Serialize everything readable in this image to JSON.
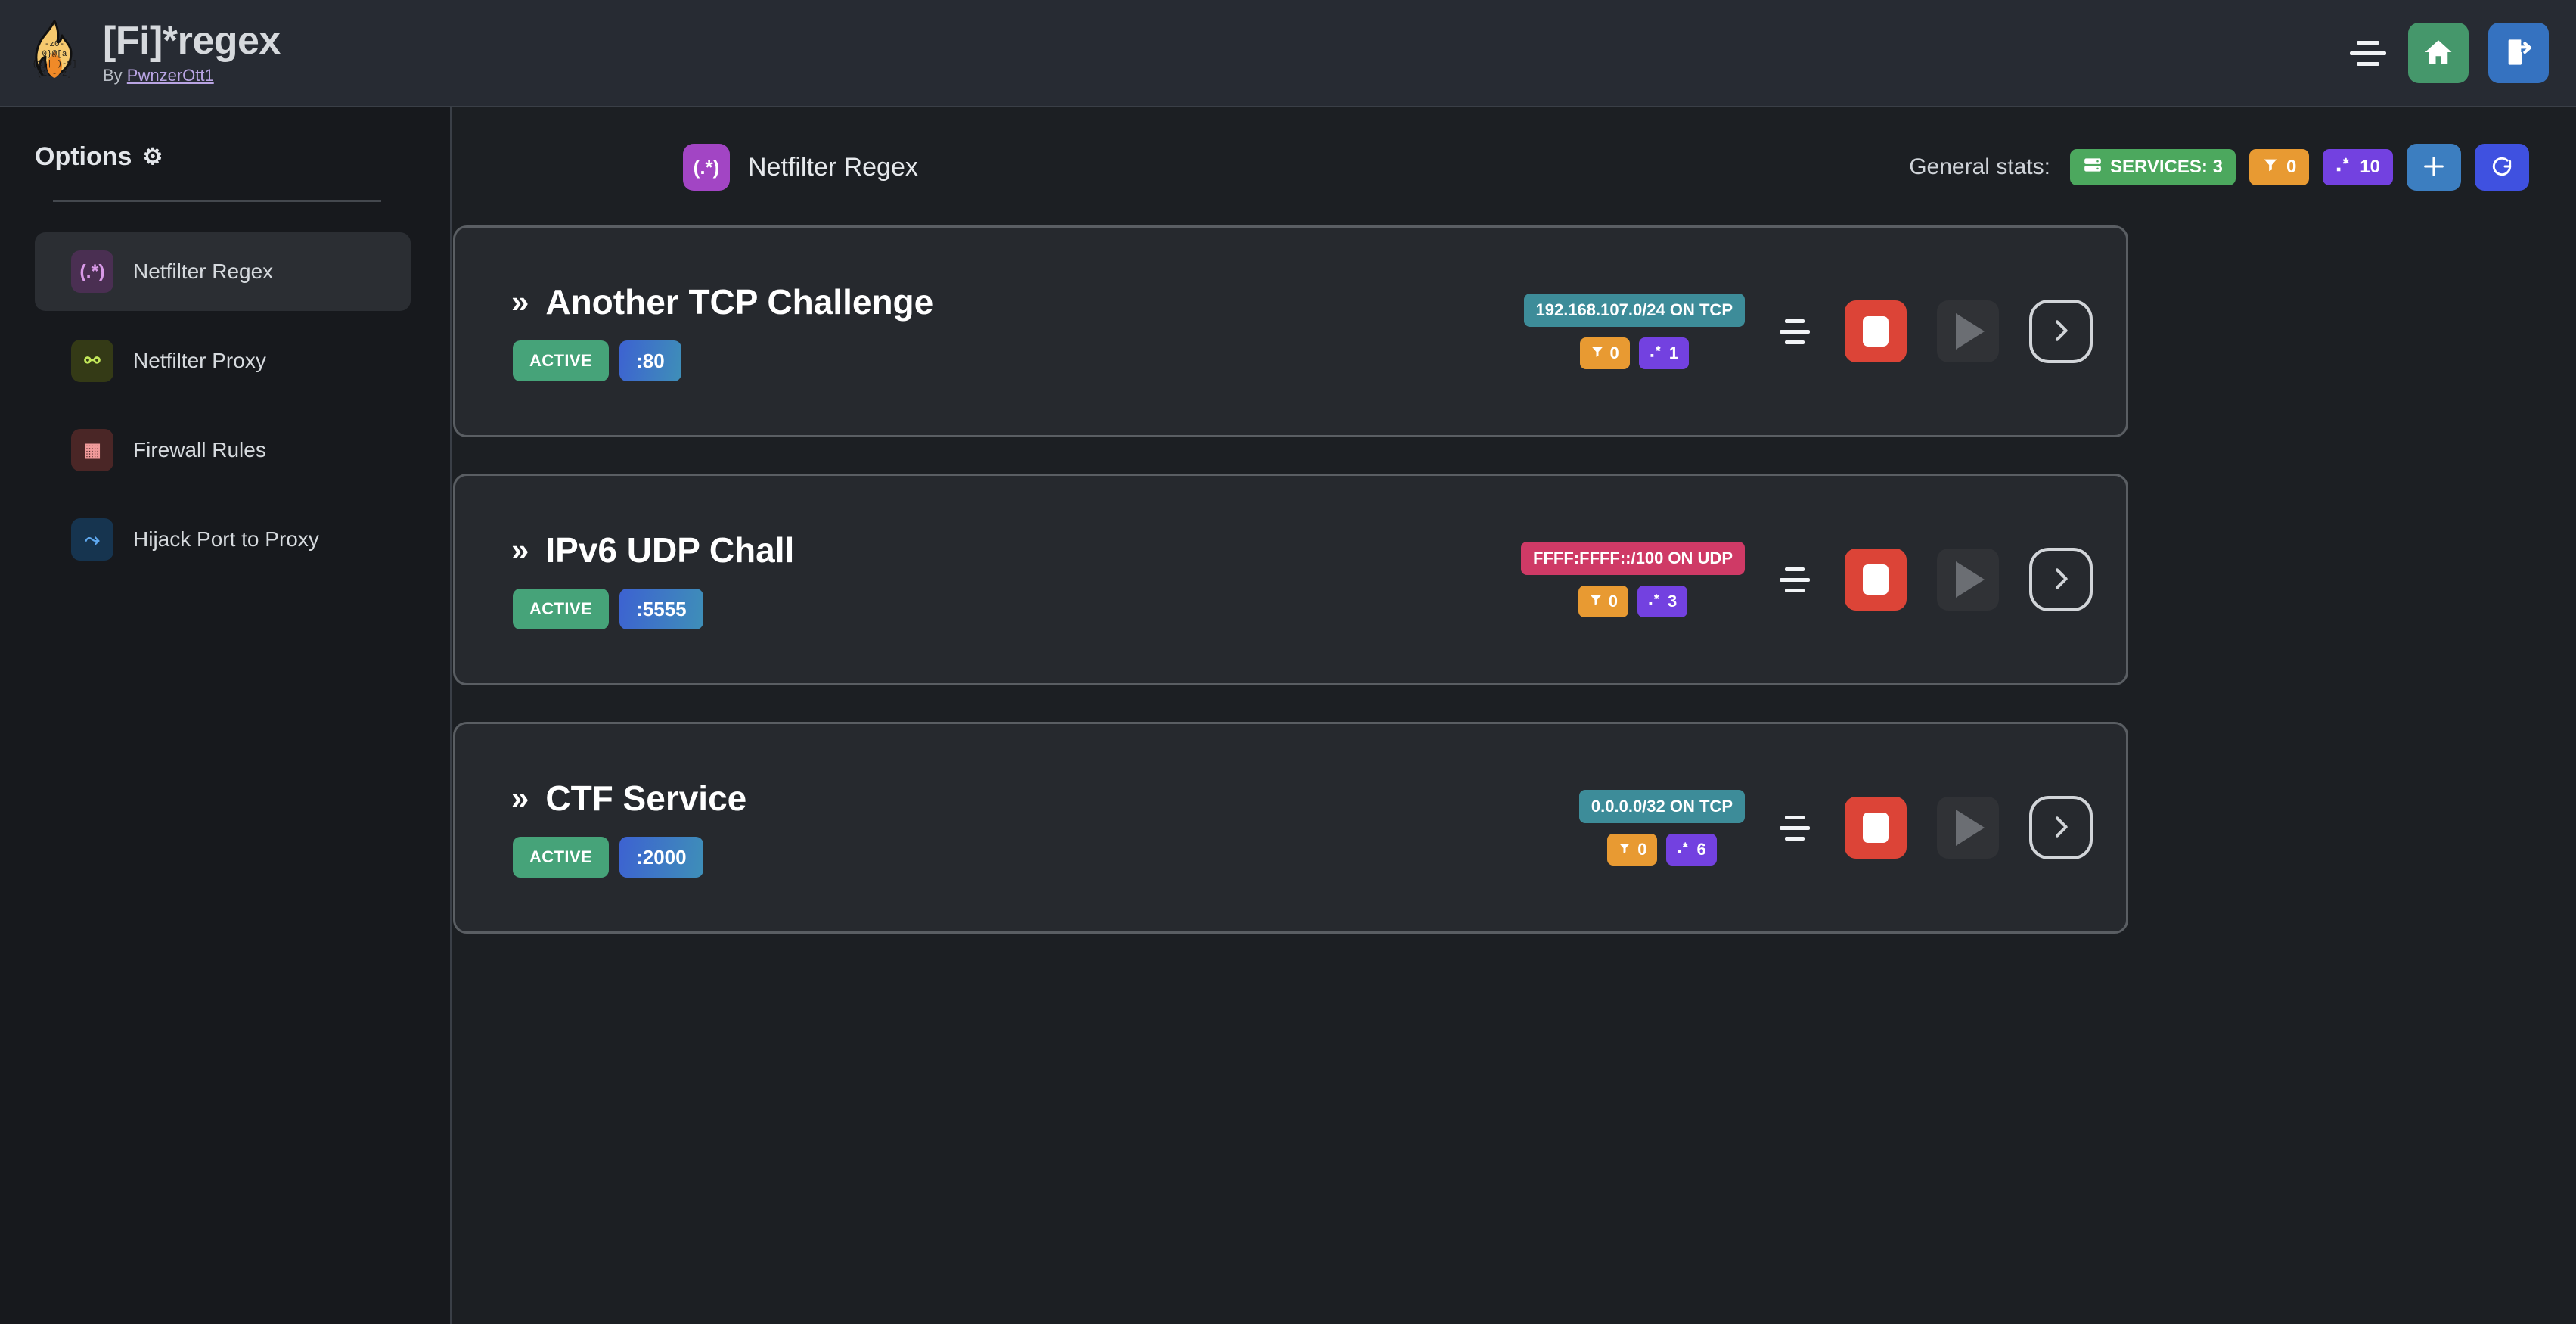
{
  "header": {
    "title": "[Fi]*regex",
    "by_prefix": "By ",
    "author": "PwnzerOtt1",
    "logo_icon": "flame-regex-logo",
    "menu_icon": "hamburger-icon",
    "home_icon": "home-icon",
    "logout_icon": "logout-icon"
  },
  "sidebar": {
    "heading": "Options",
    "gear_icon": "⚙",
    "items": [
      {
        "label": "Netfilter Regex",
        "icon_text": "(.*)",
        "icon_name": "regex-icon",
        "active": true
      },
      {
        "label": "Netfilter Proxy",
        "icon_text": "⚯",
        "icon_name": "plug-icon",
        "active": false
      },
      {
        "label": "Firewall Rules",
        "icon_text": "▦",
        "icon_name": "brick-wall-icon",
        "active": false
      },
      {
        "label": "Hijack Port to Proxy",
        "icon_text": "⤳",
        "icon_name": "fork-arrow-icon",
        "active": false
      }
    ]
  },
  "main": {
    "page_icon_text": "(.*)",
    "page_title": "Netfilter Regex",
    "stats_label": "General stats:",
    "stats": [
      {
        "name": "services",
        "icon": "server-icon",
        "text": "SERVICES: 3",
        "color": "#4ca85e"
      },
      {
        "name": "filters",
        "icon": "funnel-icon",
        "text": "0",
        "color": "#e89a32"
      },
      {
        "name": "regexes",
        "icon": "regex-icon",
        "text": "10",
        "color": "#7341e0"
      }
    ],
    "add_button_icon": "plus-icon",
    "refresh_button_icon": "refresh-icon"
  },
  "services": [
    {
      "chevron": "»",
      "title": "Another TCP Challenge",
      "status": "ACTIVE",
      "port": ":80",
      "network": "192.168.107.0/24 ON TCP",
      "network_proto": "tcp",
      "filters": "0",
      "regexes": "1",
      "drag_handle_icon": "drag-handle-icon",
      "stop_icon": "stop-icon",
      "play_icon": "play-icon",
      "goto_icon": "chevron-right-icon"
    },
    {
      "chevron": "»",
      "title": "IPv6 UDP Chall",
      "status": "ACTIVE",
      "port": ":5555",
      "network": "FFFF:FFFF::/100 ON UDP",
      "network_proto": "udp",
      "filters": "0",
      "regexes": "3",
      "drag_handle_icon": "drag-handle-icon",
      "stop_icon": "stop-icon",
      "play_icon": "play-icon",
      "goto_icon": "chevron-right-icon"
    },
    {
      "chevron": "»",
      "title": "CTF Service",
      "status": "ACTIVE",
      "port": ":2000",
      "network": "0.0.0.0/32 ON TCP",
      "network_proto": "tcp",
      "filters": "0",
      "regexes": "6",
      "drag_handle_icon": "drag-handle-icon",
      "stop_icon": "stop-icon",
      "play_icon": "play-icon",
      "goto_icon": "chevron-right-icon"
    }
  ]
}
